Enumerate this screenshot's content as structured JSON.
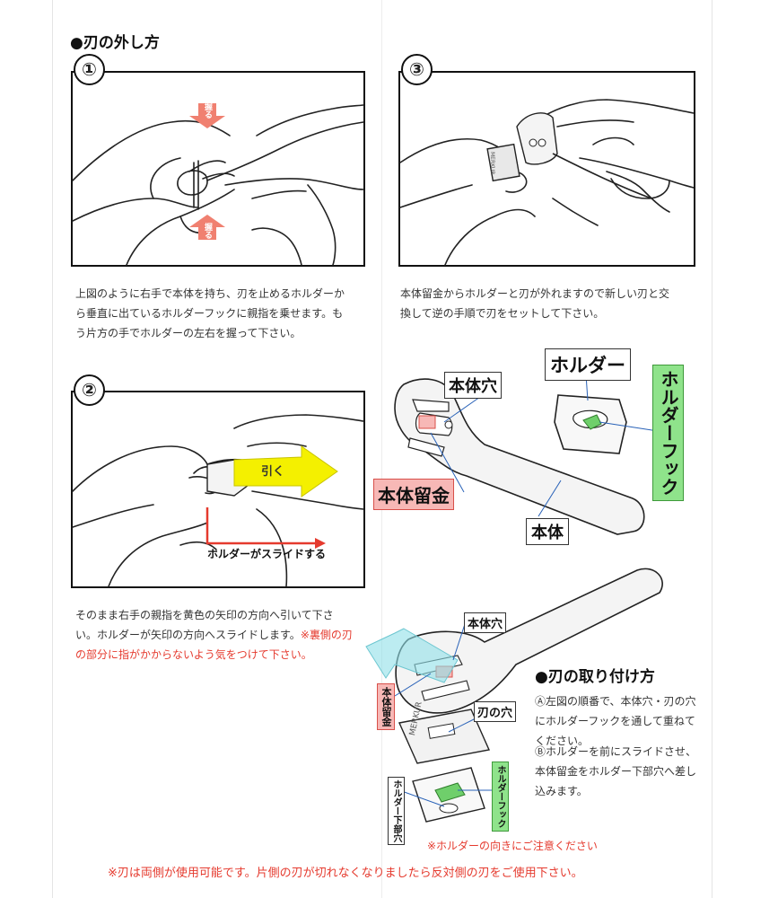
{
  "removal": {
    "title": "●刃の外し方",
    "step1": {
      "num": "①",
      "arrow_label": "握る",
      "text": "上図のように右手で本体を持ち、刃を止めるホルダーから垂直に出ているホルダーフックに親指を乗せます。もう片方の手でホルダーの左右を握って下さい。"
    },
    "step2": {
      "num": "②",
      "pull_label": "引く",
      "slide_label": "ホルダーがスライドする",
      "text": "そのまま右手の親指を黄色の矢印の方向へ引いて下さい。ホルダーが矢印の方向へスライドします。",
      "warning": "※裏側の刃の部分に指がかからないよう気をつけて下さい。"
    },
    "step3": {
      "num": "③",
      "blade_brand": "MERKUR",
      "text": "本体留金からホルダーと刃が外れますので新しい刃と交換して逆の手順で刃をセットして下さい。"
    }
  },
  "parts": {
    "hole": "本体穴",
    "holder": "ホルダー",
    "hook": "ホルダーフック",
    "clasp": "本体留金",
    "body": "本体"
  },
  "assembly": {
    "hole": "本体穴",
    "clasp": "本体留金",
    "blade_hole": "刃の穴",
    "blade_brand": "MERKUR",
    "holder_lower_hole": "ホルダー下部穴",
    "hook": "ホルダーフック",
    "orientation_note": "※ホルダーの向きにご注意ください"
  },
  "attach": {
    "title": "●刃の取り付け方",
    "step_a": "Ⓐ左図の順番で、本体穴・刃の穴にホルダーフックを通して重ねてください。",
    "step_b": "Ⓑホルダーを前にスライドさせ、本体留金をホルダー下部穴へ差し込みます。"
  },
  "footer_note": "※刃は両側が使用可能です。片側の刃が切れなくなりましたら反対側の刃をご使用下さい。",
  "colors": {
    "accent_red": "#e53a2e",
    "arrow_pink": "#f08070",
    "arrow_yellow": "#f4f000",
    "label_pink": "#f7b8b6",
    "label_green": "#8fe38b",
    "translucent_cyan": "#8fe0e8"
  }
}
